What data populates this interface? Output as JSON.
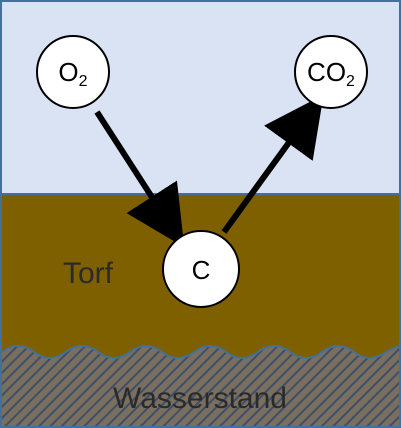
{
  "diagram": {
    "colors": {
      "air": "#dae3f3",
      "peat": "#7f6000",
      "water_hatch_bg": "#7a6f5f",
      "water_hatch_line": "#3d4f68",
      "wave": "#41719c",
      "border": "#41719c",
      "arrow": "#000000"
    },
    "nodes": {
      "oxygen": {
        "label": "O",
        "sub": "2"
      },
      "carbon_dioxide": {
        "label": "CO",
        "sub": "2"
      },
      "carbon": {
        "label": "C"
      }
    },
    "zones": {
      "peat_label": "Torf",
      "water_label": "Wasserstand"
    }
  }
}
